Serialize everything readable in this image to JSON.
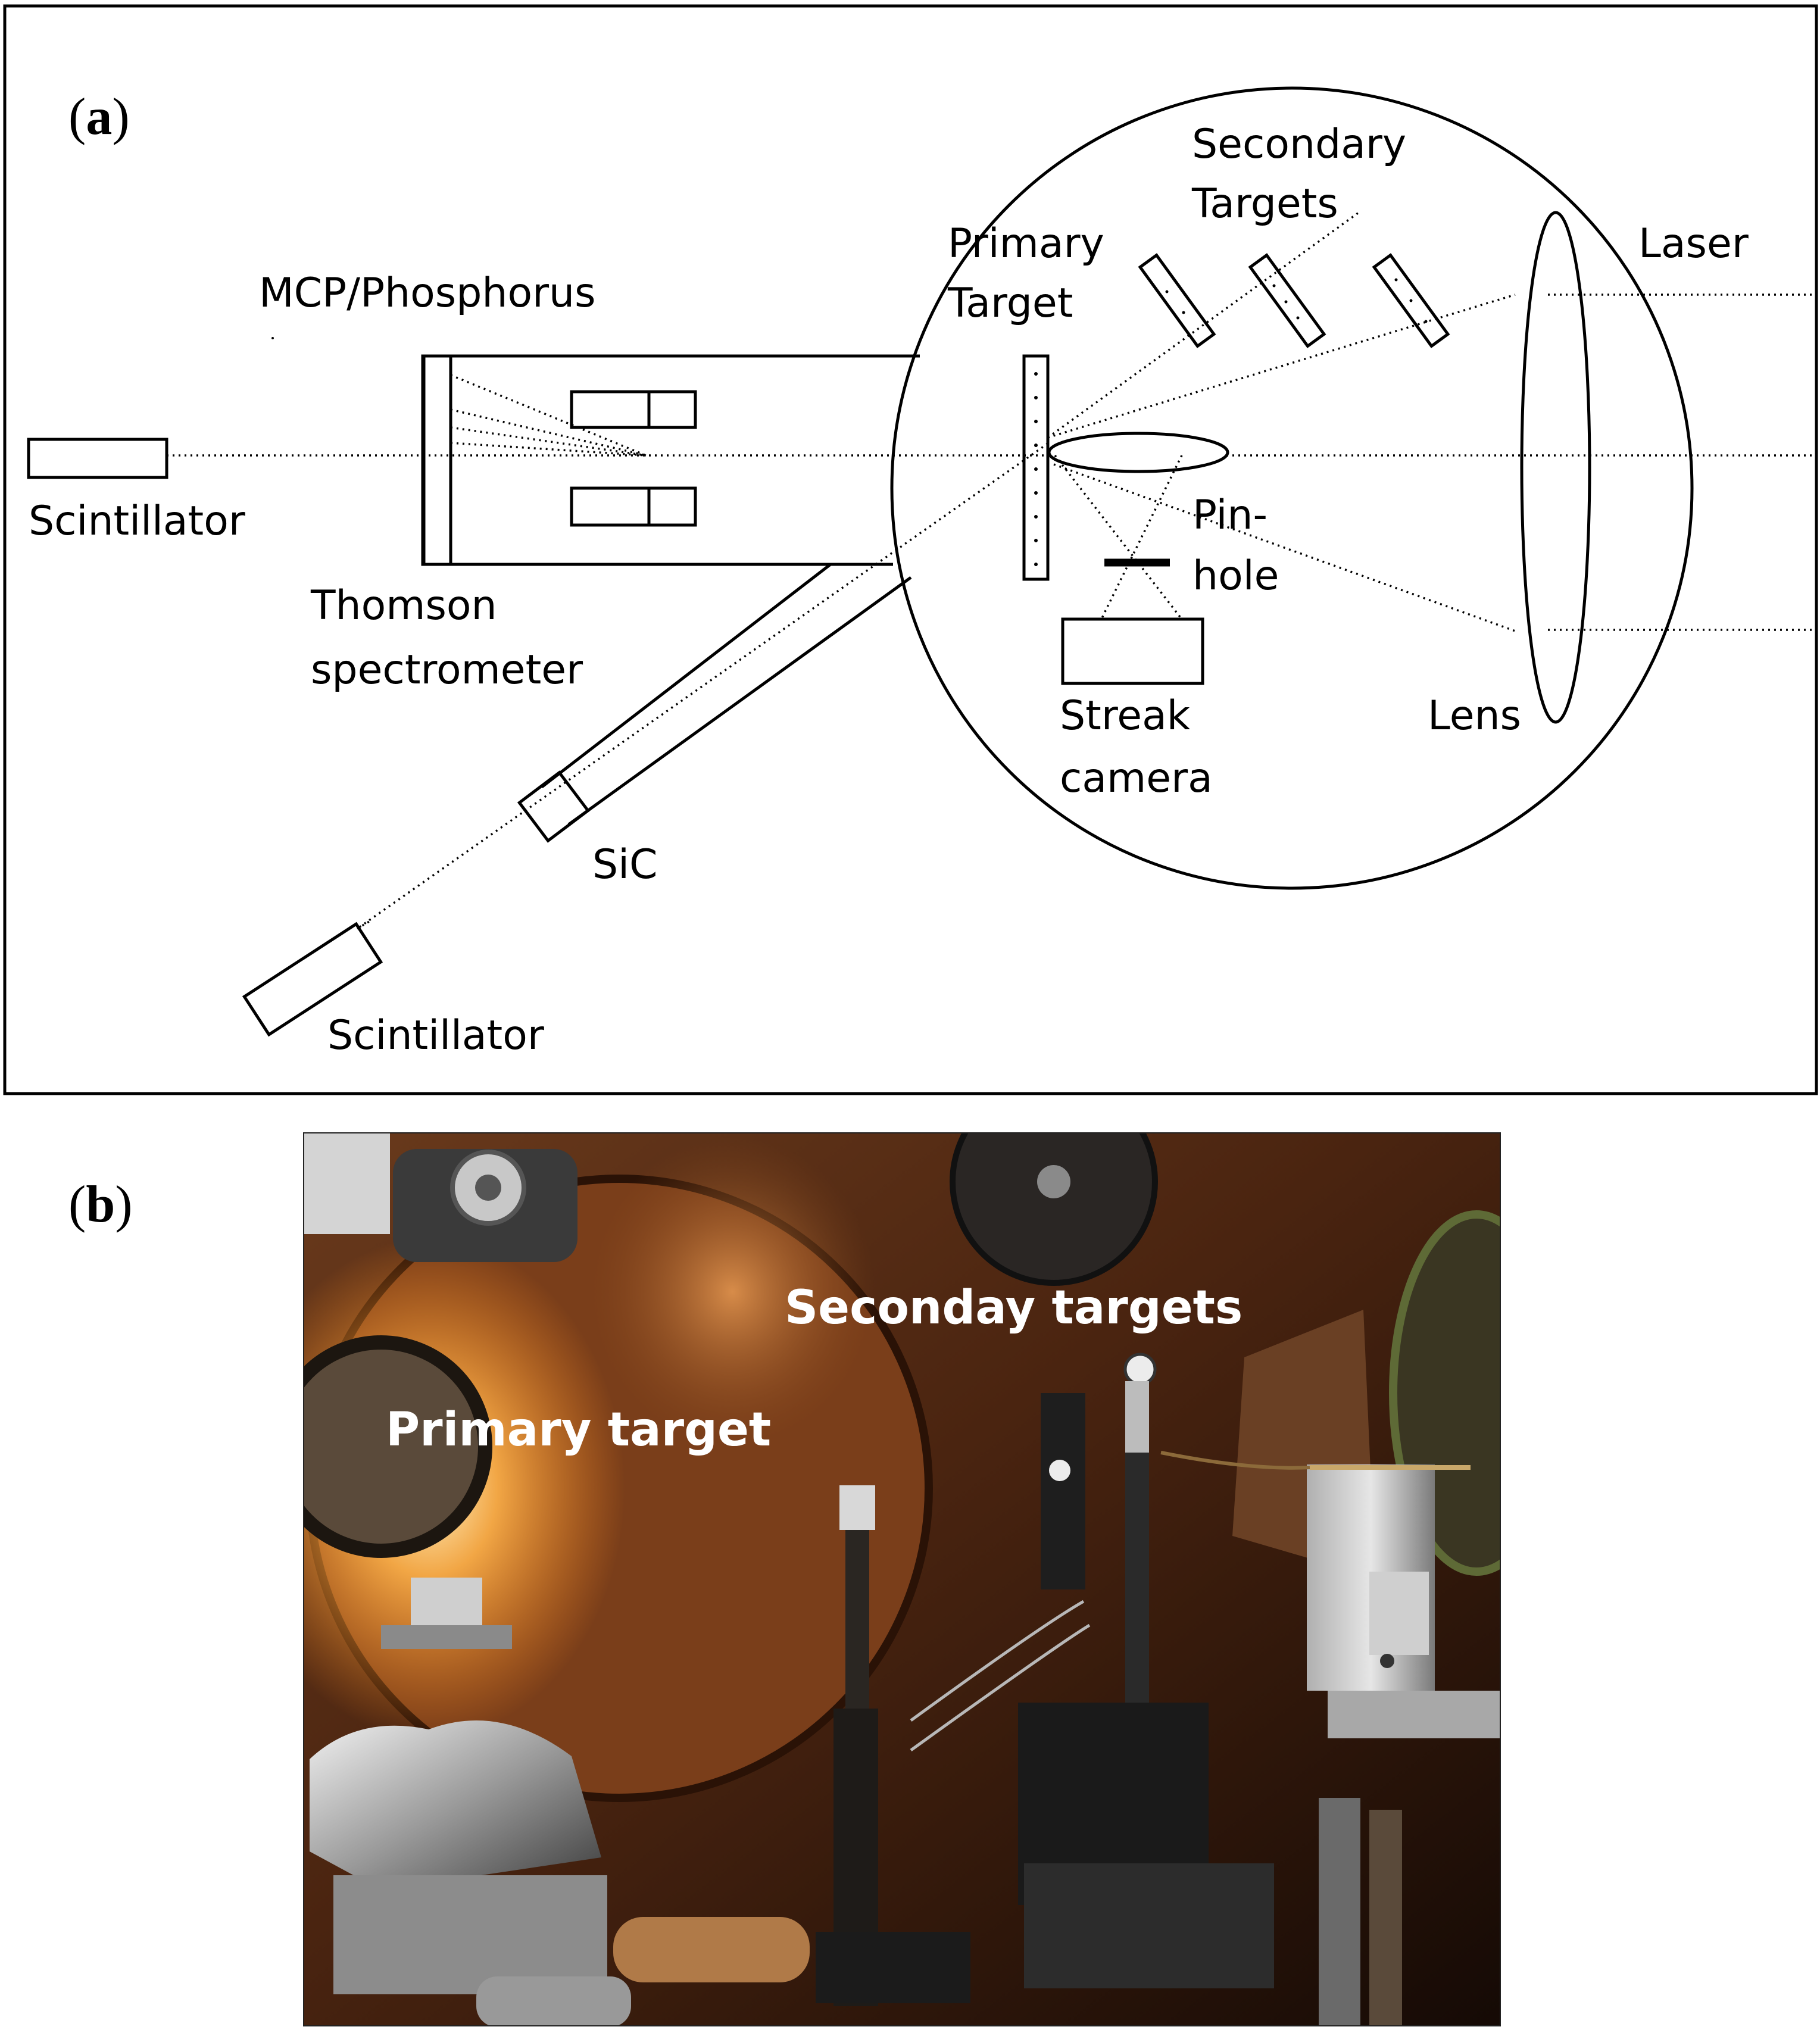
{
  "panel_a": {
    "panel_label": "a",
    "labels": {
      "mcp": "MCP/Phosphorus",
      "scintillator_top": "Scintillator",
      "thomson_line1": "Thomson",
      "thomson_line2": "spectrometer",
      "sic": "SiC",
      "scintillator_bottom": "Scintillator",
      "primary_line1": "Primary",
      "primary_line2": "Target",
      "secondary_line1": "Secondary",
      "secondary_line2": "Targets",
      "laser": "Laser",
      "pinhole_line1": "Pin-",
      "pinhole_line2": "hole",
      "streak_line1": "Streak",
      "streak_line2": "camera",
      "lens": "Lens"
    }
  },
  "panel_b": {
    "panel_label": "b",
    "labels": {
      "primary": "Primary target",
      "secondary": "Seconday targets"
    }
  }
}
